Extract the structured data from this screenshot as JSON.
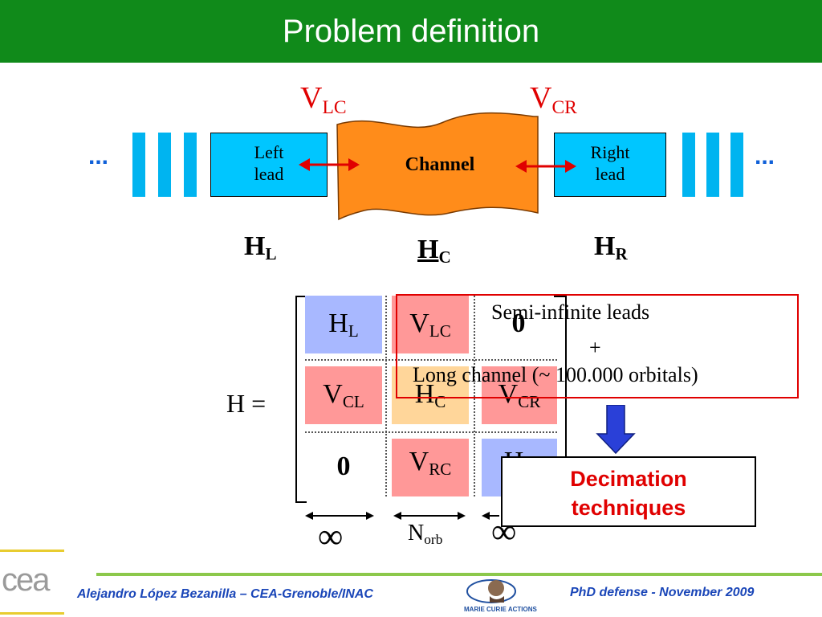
{
  "title": "Problem definition",
  "diagram": {
    "left_lead": {
      "line1": "Left",
      "line2": "lead"
    },
    "right_lead": {
      "line1": "Right",
      "line2": "lead"
    },
    "channel": "Channel",
    "ellipsis": "...",
    "coupling_labels": {
      "vlc": {
        "main": "V",
        "sub": "LC"
      },
      "vcr": {
        "main": "V",
        "sub": "CR"
      }
    },
    "hamiltonian_labels": {
      "hl": {
        "main": "H",
        "sub": "L"
      },
      "hc": {
        "main": "H",
        "sub": "C"
      },
      "hr": {
        "main": "H",
        "sub": "R"
      }
    },
    "colors": {
      "lead": "#00c6ff",
      "channel": "#ff8c1a",
      "arrow": "#e00000",
      "title_bar": "#108a1a",
      "down_arrow": "#2a40d8"
    }
  },
  "matrix": {
    "lhs": "H =",
    "cells": {
      "r1c1": {
        "main": "H",
        "sub": "L"
      },
      "r1c2": {
        "main": "V",
        "sub": "LC"
      },
      "r1c3": {
        "main": "0",
        "sub": ""
      },
      "r2c1": {
        "main": "V",
        "sub": "CL"
      },
      "r2c2": {
        "main": "H",
        "sub": "C"
      },
      "r2c3": {
        "main": "V",
        "sub": "CR"
      },
      "r3c1": {
        "main": "0",
        "sub": ""
      },
      "r3c2": {
        "main": "V",
        "sub": "RC"
      },
      "r3c3": {
        "main": "H",
        "sub": "R"
      }
    },
    "width_labels": {
      "left": "∞",
      "middle": {
        "main": "N",
        "sub": "orb"
      },
      "right": "∞"
    }
  },
  "callout": {
    "line1": "Semi-infinite leads",
    "line2": "+",
    "line3": "Long channel (~ 100.000 orbitals)"
  },
  "decimation": {
    "line1": "Decimation",
    "line2": "techniques"
  },
  "footer": {
    "author": "Alejandro López Bezanilla – CEA-Grenoble/INAC",
    "event": "PhD defense - November 2009",
    "logo_left": "cea",
    "logo_mid": "MARIE CURIE ACTIONS"
  }
}
